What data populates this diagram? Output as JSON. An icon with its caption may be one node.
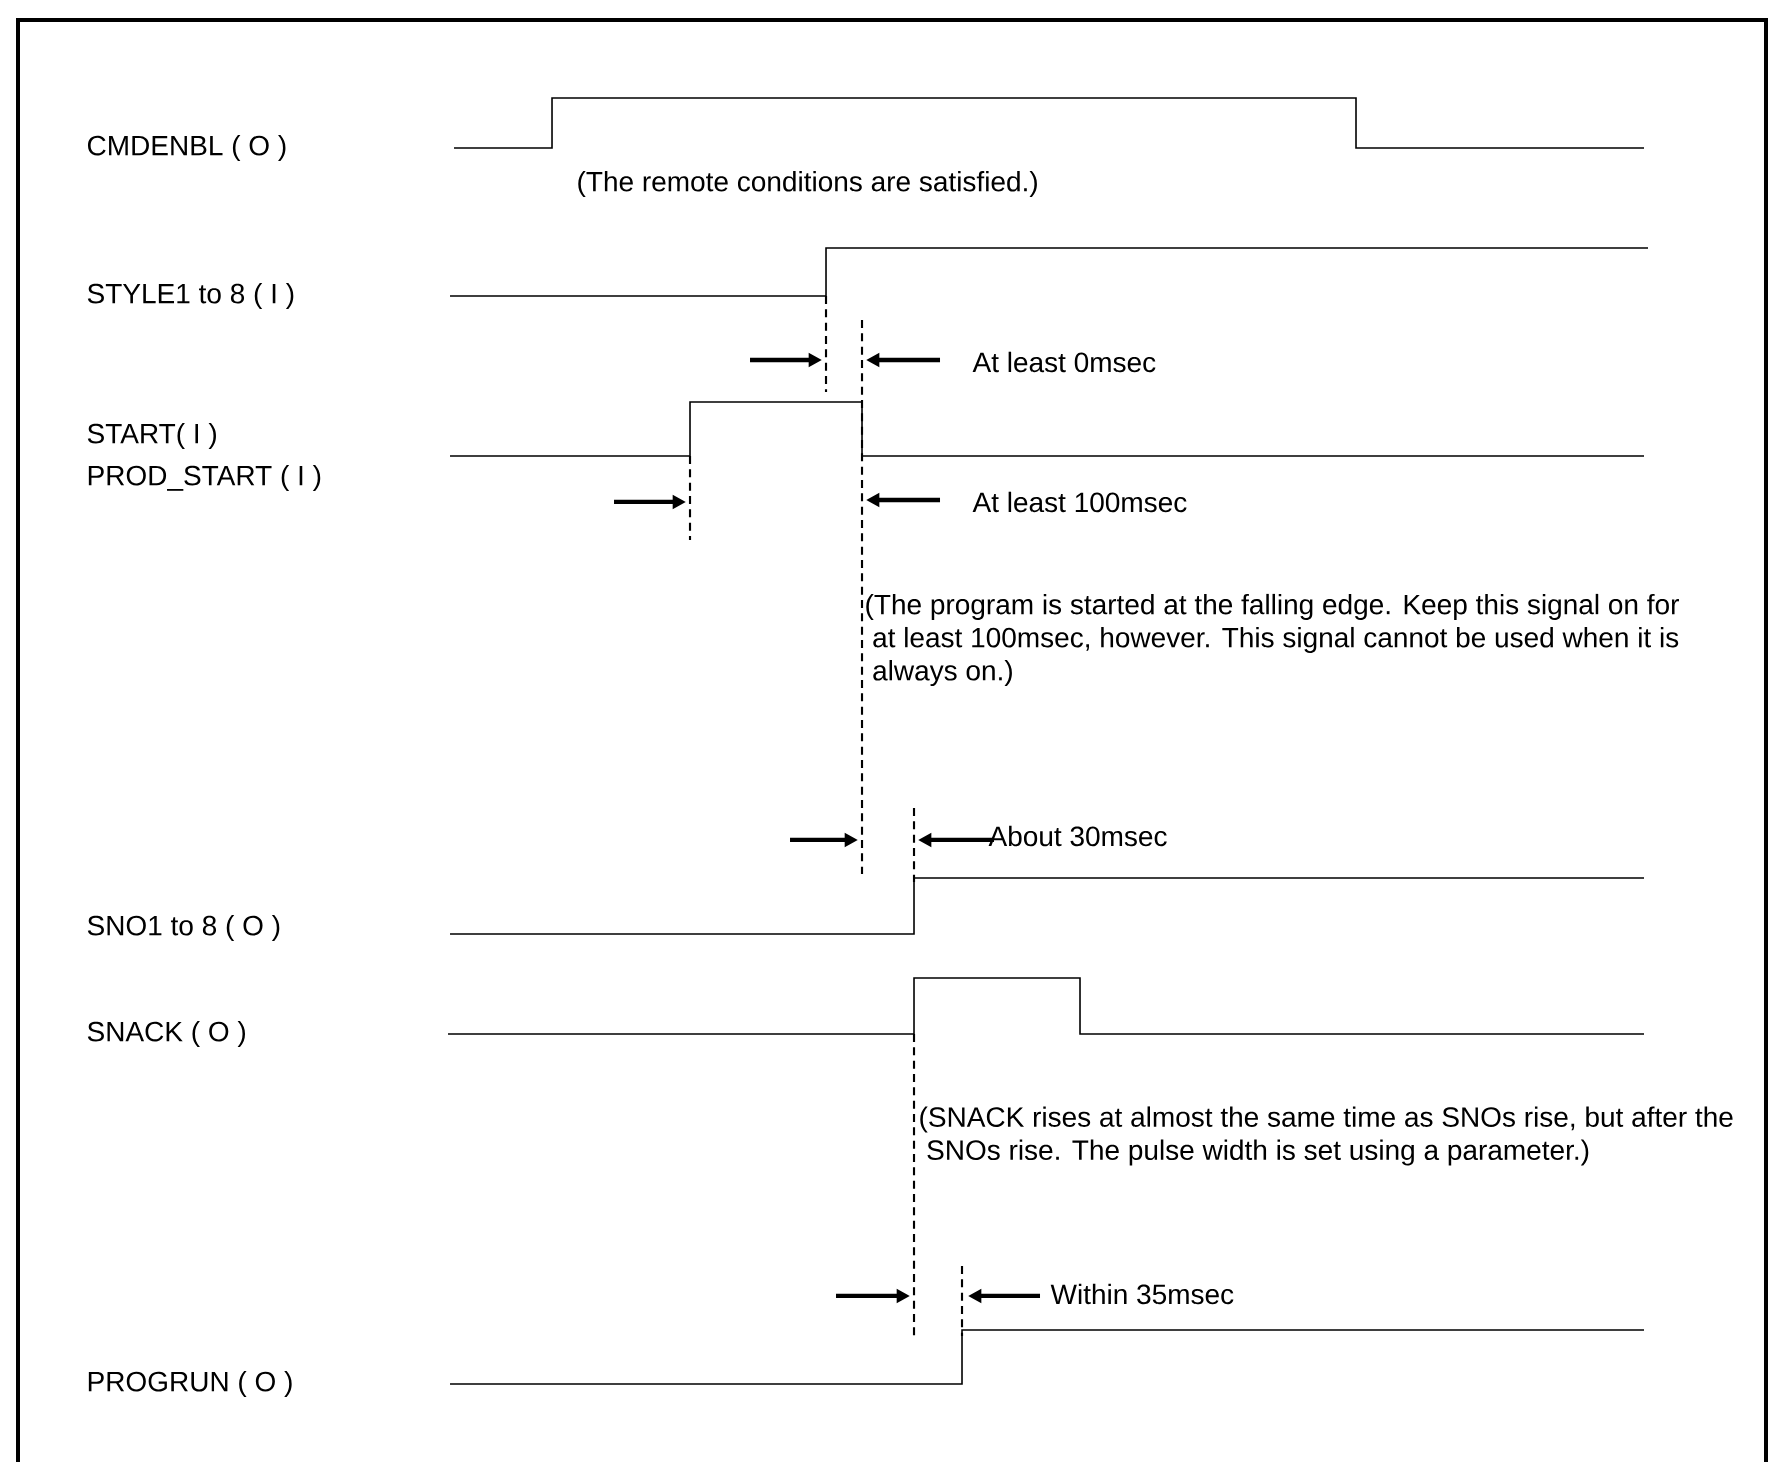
{
  "diagram": {
    "labels": [
      "CMDENBL ( O )",
      "(The remote conditions are satisfied.)",
      "STYLE1 to 8 ( I )",
      "At least 0msec",
      "START( I )",
      "PROD_START ( I )",
      "At least 100msec",
      "(The program is started at the falling edge. Keep this signal on for at least 100msec, however. This signal cannot be used when it is always on.)",
      "About 30msec",
      "SNO1 to 8 ( O )",
      "SNACK ( O )",
      "(SNACK rises at almost the same time as SNOs rise, but after the SNOs rise. The pulse width is set using a parameter.)",
      "Within 35msec",
      "PROGRUN ( O )"
    ]
  }
}
